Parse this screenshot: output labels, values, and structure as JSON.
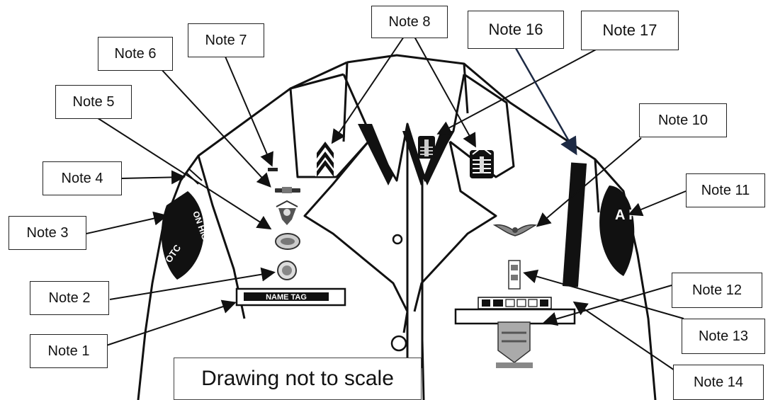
{
  "notes": {
    "n1": "Note 1",
    "n2": "Note 2",
    "n3": "Note 3",
    "n4": "Note 4",
    "n5": "Note 5",
    "n6": "Note 6",
    "n7": "Note 7",
    "n8": "Note 8",
    "n10": "Note 10",
    "n11": "Note 11",
    "n12": "Note 12",
    "n13": "Note 13",
    "n14": "Note 14",
    "n16": "Note 16",
    "n17": "Note 17"
  },
  "name_tag": "NAME TAG",
  "scale_note": "Drawing not to scale",
  "left_patch": {
    "top_text": "ON HIGH",
    "bottom_text": "OTC"
  },
  "right_patch": {
    "text": "A R"
  }
}
